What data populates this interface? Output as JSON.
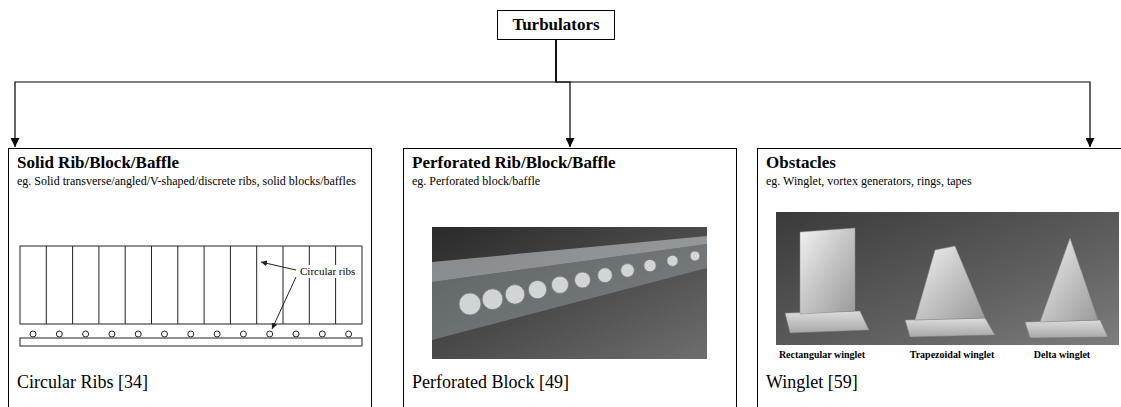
{
  "diagram": {
    "nodes": [
      {
        "text": [
          "Turbulators"
        ]
      },
      {
        "text": [
          "Solid Rib/Block/Baffle",
          "eg. Solid transverse/angled/V-shaped/discrete ribs, solid blocks/baffles",
          "Circular Ribs [34]"
        ]
      },
      {
        "text": [
          "Perforated Rib/Block/Baffle",
          "eg. Perforated block/baffle",
          "Perforated Block [49]"
        ]
      },
      {
        "text": [
          "Obstacles",
          "eg. Winglet, vortex generators, rings, tapes",
          "Winglet [59]"
        ]
      }
    ],
    "edges": [
      {
        "from": 0,
        "to": 1,
        "arrow": "to"
      },
      {
        "from": 0,
        "to": 2,
        "arrow": "to"
      },
      {
        "from": 0,
        "to": 3,
        "arrow": "to"
      }
    ],
    "labels": [
      "Circular ribs",
      "Rectangular winglet",
      "Trapezoidal winglet",
      "Delta winglet"
    ]
  }
}
